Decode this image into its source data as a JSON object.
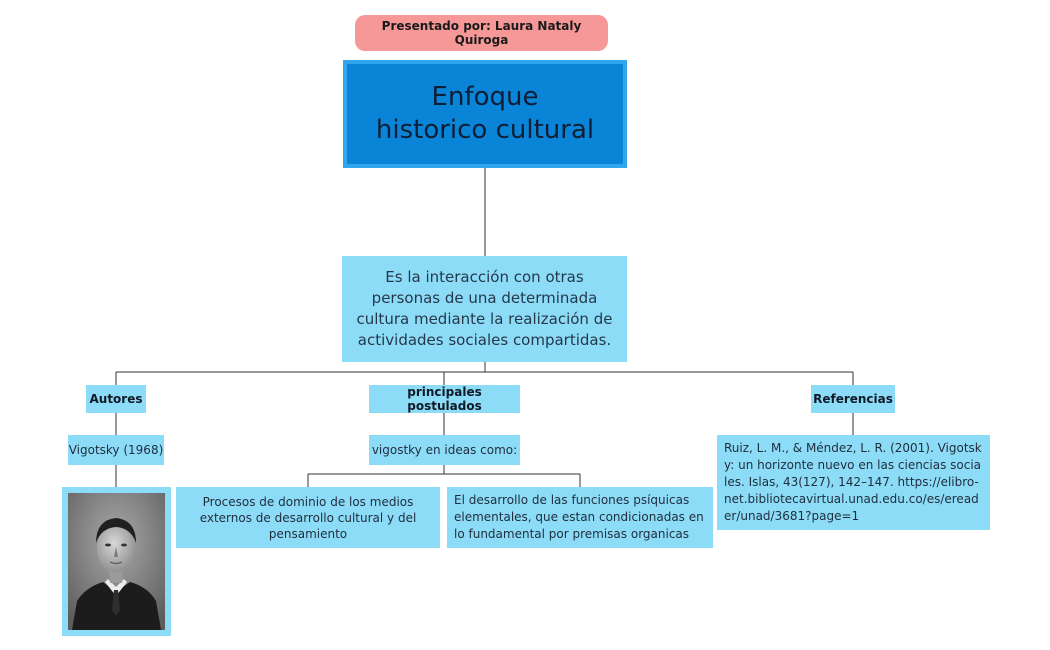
{
  "presenter": "Presentado por: Laura Nataly Quiroga",
  "title": "Enfoque historico cultural",
  "definition": "Es la interacción con otras personas de una determinada cultura mediante la realización de actividades sociales compartidas.",
  "branches": {
    "autores": {
      "label": "Autores",
      "author": "Vigotsky (1968)"
    },
    "postulados": {
      "label": "principales postulados",
      "intro": "vigostky en ideas como:",
      "items": [
        "Procesos de dominio de los medios externos de desarrollo cultural y del pensamiento",
        "El desarrollo de las funciones psíquicas elementales, que estan condicionadas en lo fundamental por premisas organicas"
      ]
    },
    "referencias": {
      "label": "Referencias",
      "text": "Ruiz, L. M., & Méndez, L. R. (2001). Vigotsky: un horizonte nuevo en las ciencias sociales. Islas, 43(127), 142–147. https://elibro-net.bibliotecavirtual.unad.edu.co/es/ereader/unad/3681?page=1"
    }
  },
  "colors": {
    "presenter_bg": "#f79898",
    "title_bg": "#0a84d6",
    "title_border": "#2fa6ee",
    "node_bg": "#8ddcf7",
    "connector": "#333333"
  },
  "portrait": "black-and-white-portrait-photo"
}
